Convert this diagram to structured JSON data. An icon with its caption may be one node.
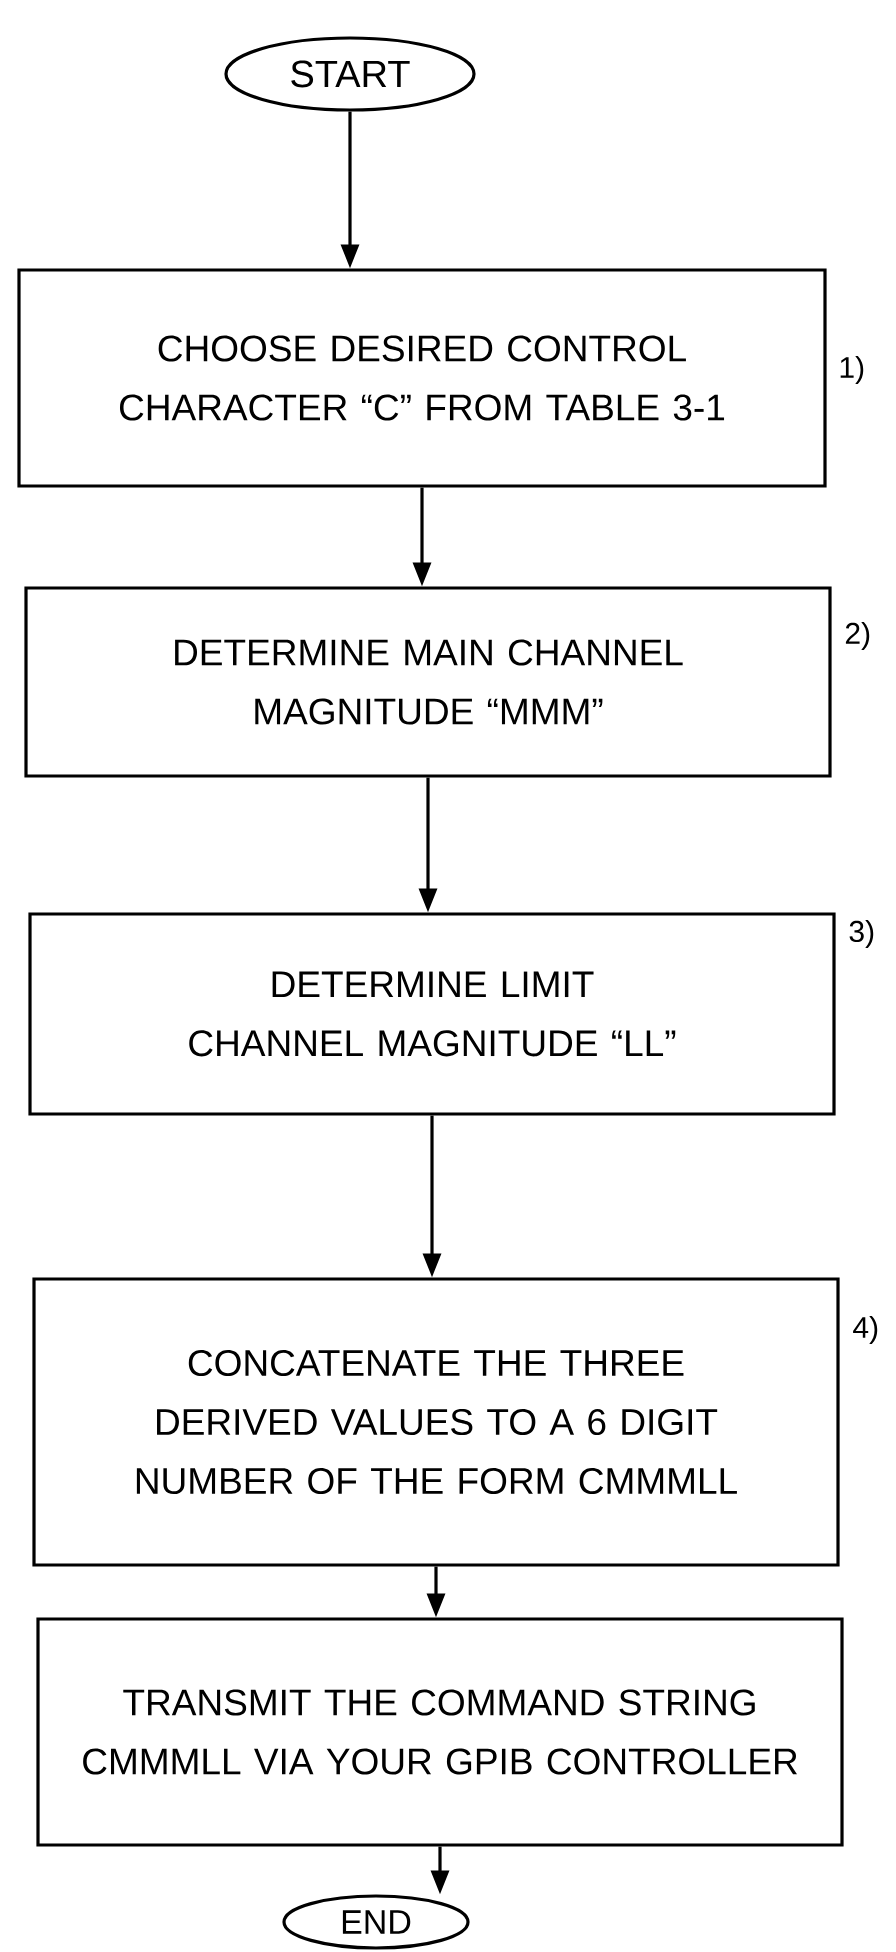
{
  "diagram": {
    "nodes": [
      {
        "text": [
          "START"
        ]
      },
      {
        "text": [
          "CHOOSE DESIRED CONTROL CHARACTER “C” FROM TABLE 3-1"
        ],
        "beside": [
          "1)"
        ]
      },
      {
        "text": [
          "DETERMINE MAIN CHANNEL MAGNITUDE “MMM”"
        ],
        "beside": [
          "2)"
        ]
      },
      {
        "text": [
          "DETERMINE LIMIT CHANNEL MAGNITUDE “LL”"
        ],
        "beside": [
          "3)"
        ]
      },
      {
        "text": [
          "CONCATENATE THE THREE DERIVED VALUES TO A 6 DIGIT NUMBER OF THE FORM CMMMLL"
        ],
        "beside": [
          "4)"
        ]
      },
      {
        "text": [
          "TRANSMIT THE COMMAND STRING CMMMLL VIA YOUR GPIB CONTROLLER"
        ]
      },
      {
        "text": [
          "END"
        ]
      }
    ],
    "edges": [
      {
        "from": 0,
        "to": 1,
        "arrow": "to"
      },
      {
        "from": 1,
        "to": 2,
        "arrow": "to"
      },
      {
        "from": 2,
        "to": 3,
        "arrow": "to"
      },
      {
        "from": 3,
        "to": 4,
        "arrow": "to"
      },
      {
        "from": 4,
        "to": 5,
        "arrow": "to"
      },
      {
        "from": 5,
        "to": 6,
        "arrow": "to"
      }
    ]
  }
}
